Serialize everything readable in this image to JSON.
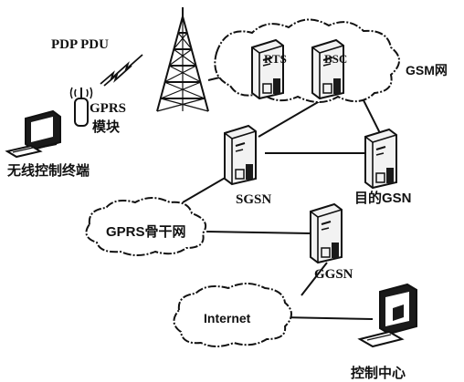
{
  "labels": {
    "pdp_pdu": "PDP PDU",
    "gprs_module": "GPRS",
    "gprs_module_line2": "模块",
    "wireless_terminal": "无线控制终端",
    "rts": "RTS",
    "bsc": "BSC",
    "gsm_net": "GSM网",
    "sgsn": "SGSN",
    "dest_gsn": "目的GSN",
    "gprs_backbone": "GPRS骨干网",
    "ggsn": "GGSN",
    "internet": "Internet",
    "control_center": "控制中心"
  },
  "colors": {
    "ink": "#111111",
    "background": "#ffffff",
    "server_body": "#f2f2f2",
    "screen_dark": "#1a1a1a"
  },
  "icons": [
    "radio-tower-icon",
    "server-icon",
    "computer-icon",
    "gprs-modem-icon",
    "cloud-icon",
    "lightning-icon"
  ]
}
